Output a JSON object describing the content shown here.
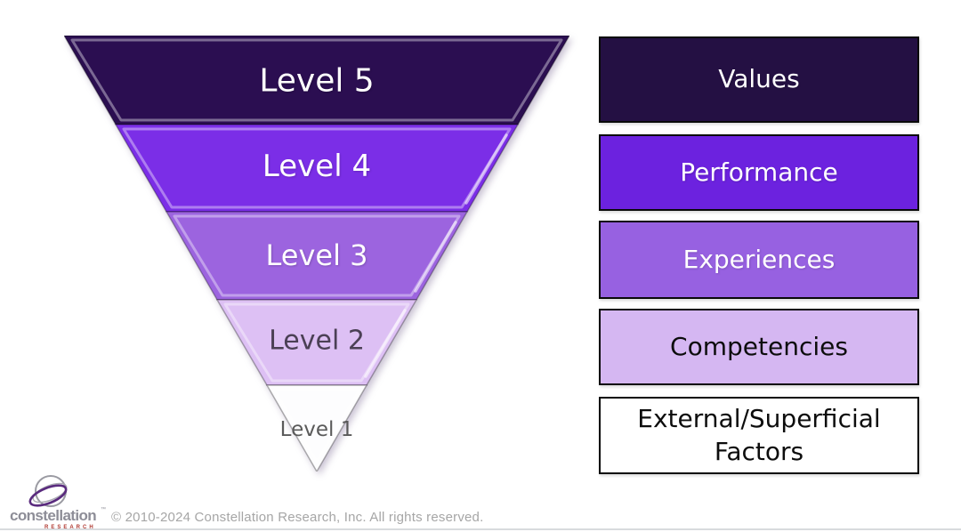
{
  "diagram": {
    "funnel": {
      "levels": [
        {
          "label": "Level 5",
          "fill": "#2b0e51",
          "text_color": "#ffffff"
        },
        {
          "label": "Level 4",
          "fill": "#7b2ee7",
          "text_color": "#ffffff"
        },
        {
          "label": "Level 3",
          "fill": "#9c64df",
          "text_color": "#ffffff"
        },
        {
          "label": "Level 2",
          "fill": "#ddc0f4",
          "text_color": "#4b4055"
        },
        {
          "label": "Level 1",
          "fill": "#fdfdfe",
          "text_color": "#5a5a5a"
        }
      ]
    },
    "legend": [
      {
        "label": "Values",
        "fill": "#241043",
        "text_color": "#ffffff"
      },
      {
        "label": "Performance",
        "fill": "#6c22df",
        "text_color": "#ffffff"
      },
      {
        "label": "Experiences",
        "fill": "#9761e1",
        "text_color": "#ffffff"
      },
      {
        "label": "Competencies",
        "fill": "#d5b7f2",
        "text_color": "#0d0d0d"
      },
      {
        "label": "External/Superficial Factors",
        "fill": "#ffffff",
        "text_color": "#0d0d0d"
      }
    ]
  },
  "footer": {
    "brand_name": "constellation",
    "brand_tm": "™",
    "brand_sub": "RESEARCH",
    "copyright": "© 2010-2024 Constellation Research, Inc. All rights reserved.",
    "brand_color": "#8d8d97",
    "brand_sub_color": "#b13a32"
  }
}
